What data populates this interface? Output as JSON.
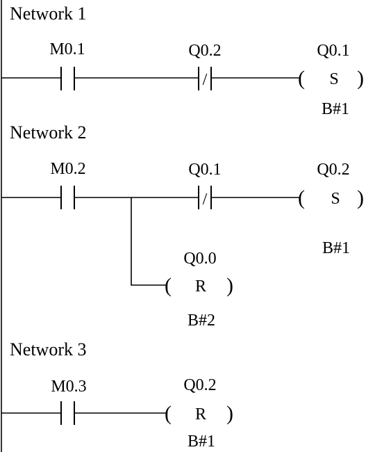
{
  "networks": [
    {
      "title": "Network 1",
      "contacts": [
        {
          "address": "M0.1",
          "type": "normally-open"
        },
        {
          "address": "Q0.2",
          "type": "normally-closed",
          "symbol": "/"
        }
      ],
      "coils": [
        {
          "address": "Q0.1",
          "instruction": "S",
          "count": "B#1"
        }
      ]
    },
    {
      "title": "Network 2",
      "contacts": [
        {
          "address": "M0.2",
          "type": "normally-open"
        },
        {
          "address": "Q0.1",
          "type": "normally-closed",
          "symbol": "/"
        }
      ],
      "coils": [
        {
          "address": "Q0.2",
          "instruction": "S",
          "count": "B#1"
        },
        {
          "address": "Q0.0",
          "instruction": "R",
          "count": "B#2"
        }
      ]
    },
    {
      "title": "Network 3",
      "contacts": [
        {
          "address": "M0.3",
          "type": "normally-open"
        }
      ],
      "coils": [
        {
          "address": "Q0.2",
          "instruction": "R",
          "count": "B#1"
        }
      ]
    }
  ],
  "coil_brackets": {
    "open": "(",
    "close": ")"
  }
}
